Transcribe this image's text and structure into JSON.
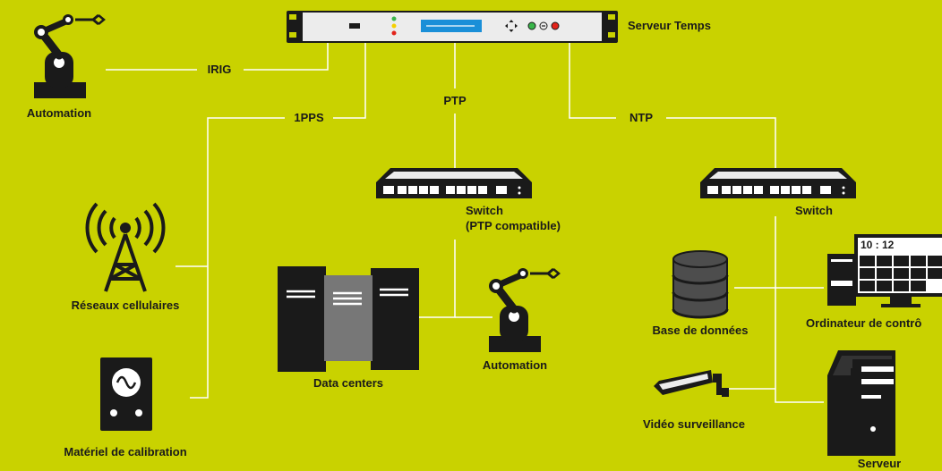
{
  "colors": {
    "background": "#c9d200",
    "ink": "#1a1a1a",
    "line": "#ffffff",
    "server_display": "#1a8fd8",
    "rack_gray": "#777777",
    "led_green": "#39b54a",
    "led_yellow": "#f5d000",
    "led_red": "#e2231a"
  },
  "labels": {
    "time_server": "Serveur Temps",
    "irig": "IRIG",
    "pps": "1PPS",
    "ptp": "PTP",
    "ntp": "NTP",
    "automation_top": "Automation",
    "automation_mid": "Automation",
    "cellular": "Réseaux cellulaires",
    "calibration": "Matériel de calibration",
    "data_centers": "Data centers",
    "switch_ptp_line1": "Switch",
    "switch_ptp_line2": "(PTP compatible)",
    "switch_ntp": "Switch",
    "database": "Base de données",
    "control_computer": "Ordinateur de contrô",
    "clock": "10 : 12",
    "video": "Vidéo surveillance",
    "server": "Serveur"
  },
  "icons": {
    "time_server": "rack-time-server-icon",
    "robot_arm": "robot-arm-icon",
    "cell_tower": "cell-tower-icon",
    "calibration": "signal-generator-icon",
    "data_centers": "server-racks-icon",
    "switch": "network-switch-icon",
    "database": "database-icon",
    "computer": "control-computer-icon",
    "camera": "security-camera-icon",
    "server": "tower-server-icon"
  }
}
